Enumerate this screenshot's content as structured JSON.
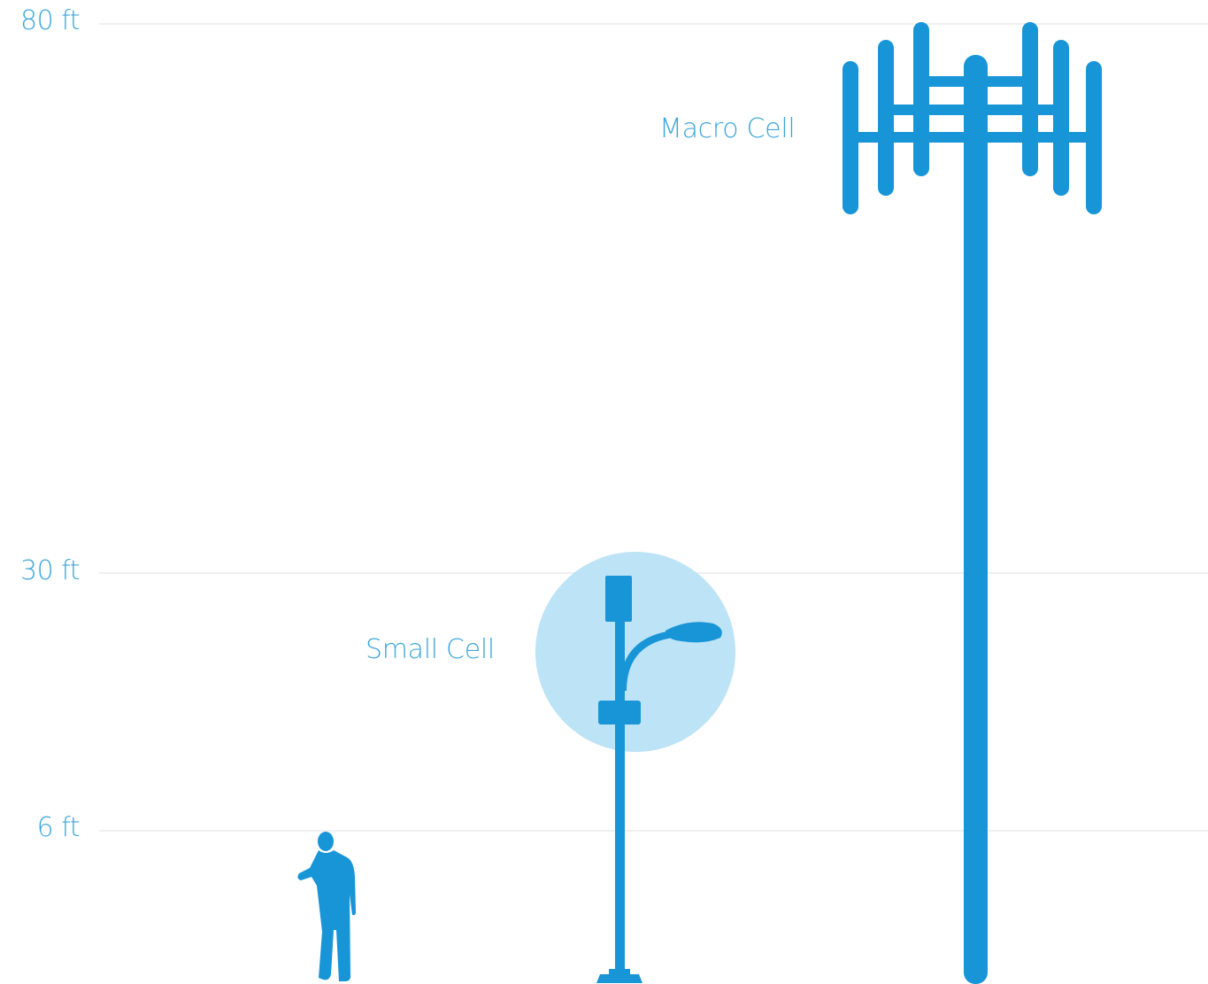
{
  "scale": {
    "ticks": [
      {
        "label": "80 ft",
        "value": 80
      },
      {
        "label": "30 ft",
        "value": 30
      },
      {
        "label": "6 ft",
        "value": 6
      }
    ]
  },
  "figures": {
    "person": {
      "height_ft": 6
    },
    "small_cell": {
      "label": "Small Cell"
    },
    "macro_cell": {
      "label": "Macro Cell"
    }
  },
  "colors": {
    "primary": "#1795d7",
    "label": "#3fa6db",
    "highlight_circle": "#bde3f6",
    "gridline": "#eef0f2",
    "background": "#ffffff"
  }
}
